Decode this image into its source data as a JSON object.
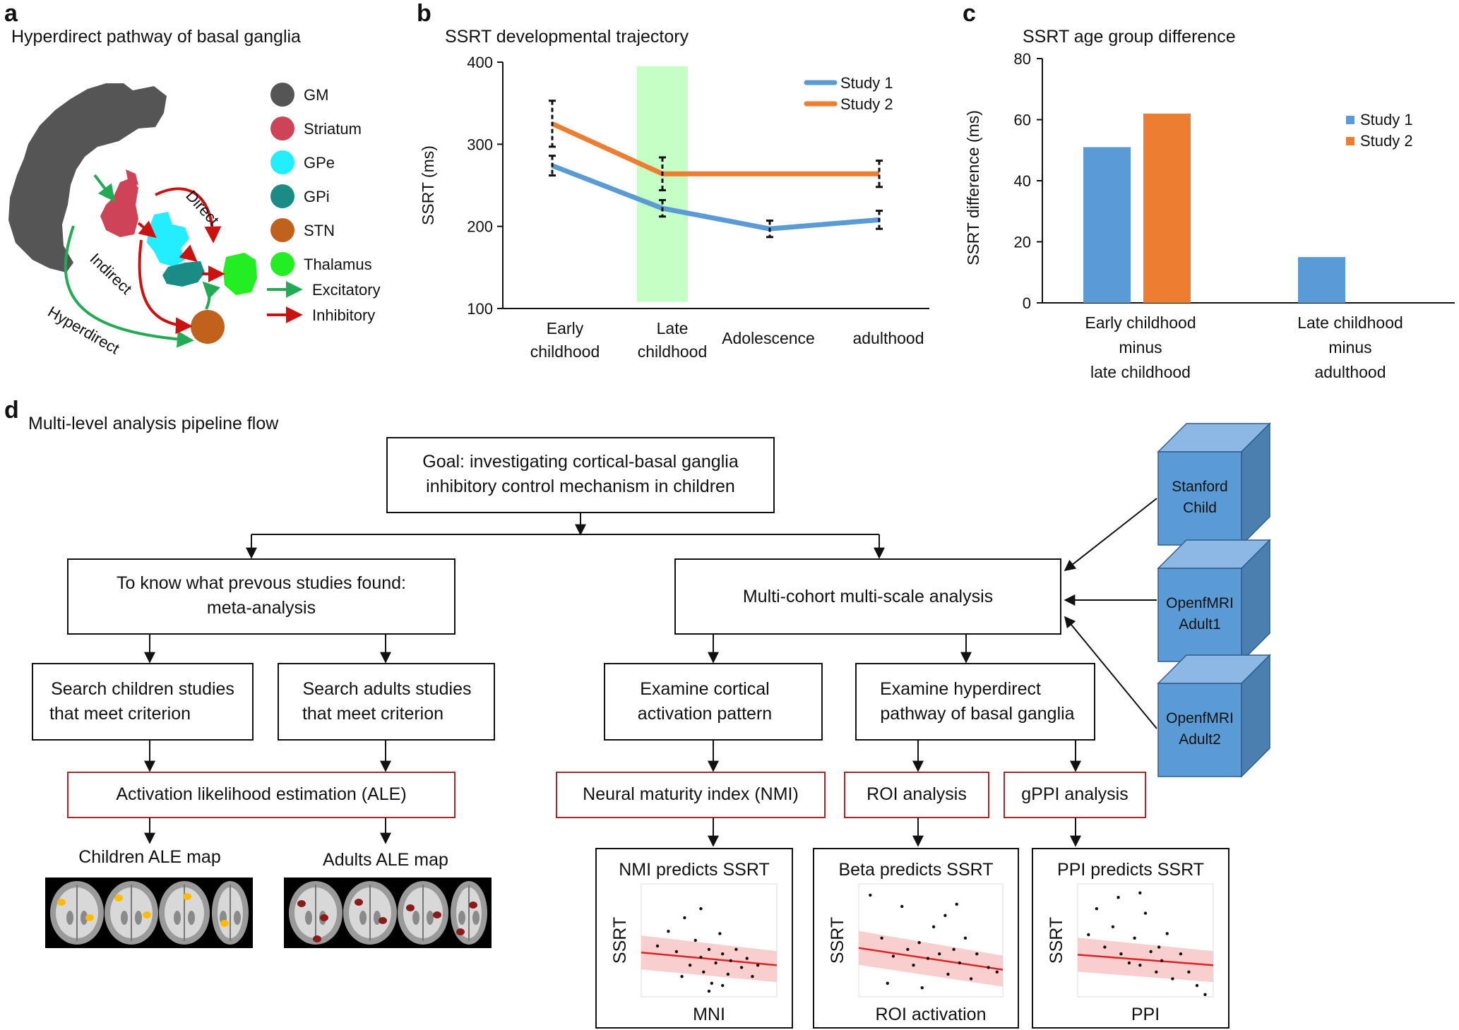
{
  "panel_a": {
    "letter": "a",
    "title": "Hyperdirect pathway of basal ganglia",
    "legend": [
      {
        "label": "GM",
        "color": "#555555",
        "kind": "dot",
        "icon": "gm-dot-icon"
      },
      {
        "label": "Striatum",
        "color": "#cc4455",
        "kind": "dot",
        "icon": "striatum-dot-icon"
      },
      {
        "label": "GPe",
        "color": "#22eeff",
        "kind": "dot",
        "icon": "gpe-dot-icon"
      },
      {
        "label": "GPi",
        "color": "#1a8c85",
        "kind": "dot",
        "icon": "gpi-dot-icon"
      },
      {
        "label": "STN",
        "color": "#c0621c",
        "kind": "dot",
        "icon": "stn-dot-icon"
      },
      {
        "label": "Thalamus",
        "color": "#22ee22",
        "kind": "dot",
        "icon": "thalamus-dot-icon"
      },
      {
        "label": "Excitatory",
        "color": "#22aa55",
        "kind": "arrow",
        "icon": "green-arrow-icon"
      },
      {
        "label": "Inhibitory",
        "color": "#cc1111",
        "kind": "arrow",
        "icon": "red-arrow-icon"
      }
    ],
    "pathways": {
      "direct": "Direct",
      "indirect": "Indirect",
      "hyperdirect": "Hyperdirect"
    }
  },
  "chart_data": [
    {
      "panel": "b",
      "type": "line",
      "title": "SSRT developmental trajectory",
      "xlabel": "",
      "ylabel": "SSRT (ms)",
      "ylim": [
        100,
        400
      ],
      "yticks": [
        100,
        200,
        300,
        400
      ],
      "categories": [
        "Early childhood",
        "Late childhood",
        "Adolescence",
        "adulthood"
      ],
      "category_lines": [
        [
          "Early",
          "childhood"
        ],
        [
          "Late",
          "childhood"
        ],
        [
          "Adolescence"
        ],
        [
          "adulthood"
        ]
      ],
      "series": [
        {
          "name": "Study 1",
          "color": "#5b9bd5",
          "values": [
            274,
            222,
            197,
            208
          ],
          "errors": [
            12,
            10,
            10,
            11
          ]
        },
        {
          "name": "Study 2",
          "color": "#ed7d31",
          "values": [
            325,
            264,
            264,
            264
          ],
          "errors": [
            28,
            20,
            null,
            16
          ]
        }
      ],
      "highlight_category": "Late childhood",
      "legend_position": "top-right"
    },
    {
      "panel": "c",
      "type": "bar",
      "title": "SSRT age group difference",
      "xlabel": "",
      "ylabel": "SSRT difference (ms)",
      "ylim": [
        0,
        80
      ],
      "yticks": [
        0,
        20,
        40,
        60,
        80
      ],
      "categories": [
        "Early childhood minus late childhood",
        "Late childhood minus adulthood"
      ],
      "category_lines": [
        [
          "Early childhood",
          "minus",
          "late childhood"
        ],
        [
          "Late childhood",
          "minus",
          "adulthood"
        ]
      ],
      "series": [
        {
          "name": "Study 1",
          "color": "#5b9bd5",
          "values": [
            51,
            15
          ]
        },
        {
          "name": "Study 2",
          "color": "#ed7d31",
          "values": [
            62,
            null
          ]
        }
      ],
      "legend_position": "top-right"
    }
  ],
  "panel_d": {
    "letter": "d",
    "title": "Multi-level analysis pipeline flow",
    "goal": [
      "Goal: investigating cortical-basal ganglia",
      "inhibitory control mechanism in children"
    ],
    "meta": [
      "To know what prevous studies found:",
      "meta-analysis"
    ],
    "multi": "Multi-cohort multi-scale analysis",
    "search_children": [
      "Search children studies",
      "that meet criterion"
    ],
    "search_adults": [
      "Search adults studies",
      "that meet criterion"
    ],
    "examine_cortical": [
      "Examine cortical",
      "activation pattern"
    ],
    "examine_hyper": [
      "Examine hyperdirect",
      "pathway of basal ganglia"
    ],
    "ale": "Activation likelihood estimation (ALE)",
    "nmi": "Neural maturity index (NMI)",
    "roi": "ROI analysis",
    "gppi": "gPPI analysis",
    "children_map": "Children ALE map",
    "adults_map": "Adults ALE map",
    "cohorts": [
      [
        "Stanford",
        "Child"
      ],
      [
        "OpenfMRI",
        "Adult1"
      ],
      [
        "OpenfMRI",
        "Adult2"
      ]
    ],
    "cube_color": "#5b9bd5",
    "scatters": [
      {
        "title": "NMI predicts SSRT",
        "ylabel": "SSRT",
        "xlabel": "MNI"
      },
      {
        "title": "Beta predicts SSRT",
        "ylabel": "SSRT",
        "xlabel": "ROI activation"
      },
      {
        "title": "PPI predicts SSRT",
        "ylabel": "SSRT",
        "xlabel": "PPI"
      }
    ]
  }
}
